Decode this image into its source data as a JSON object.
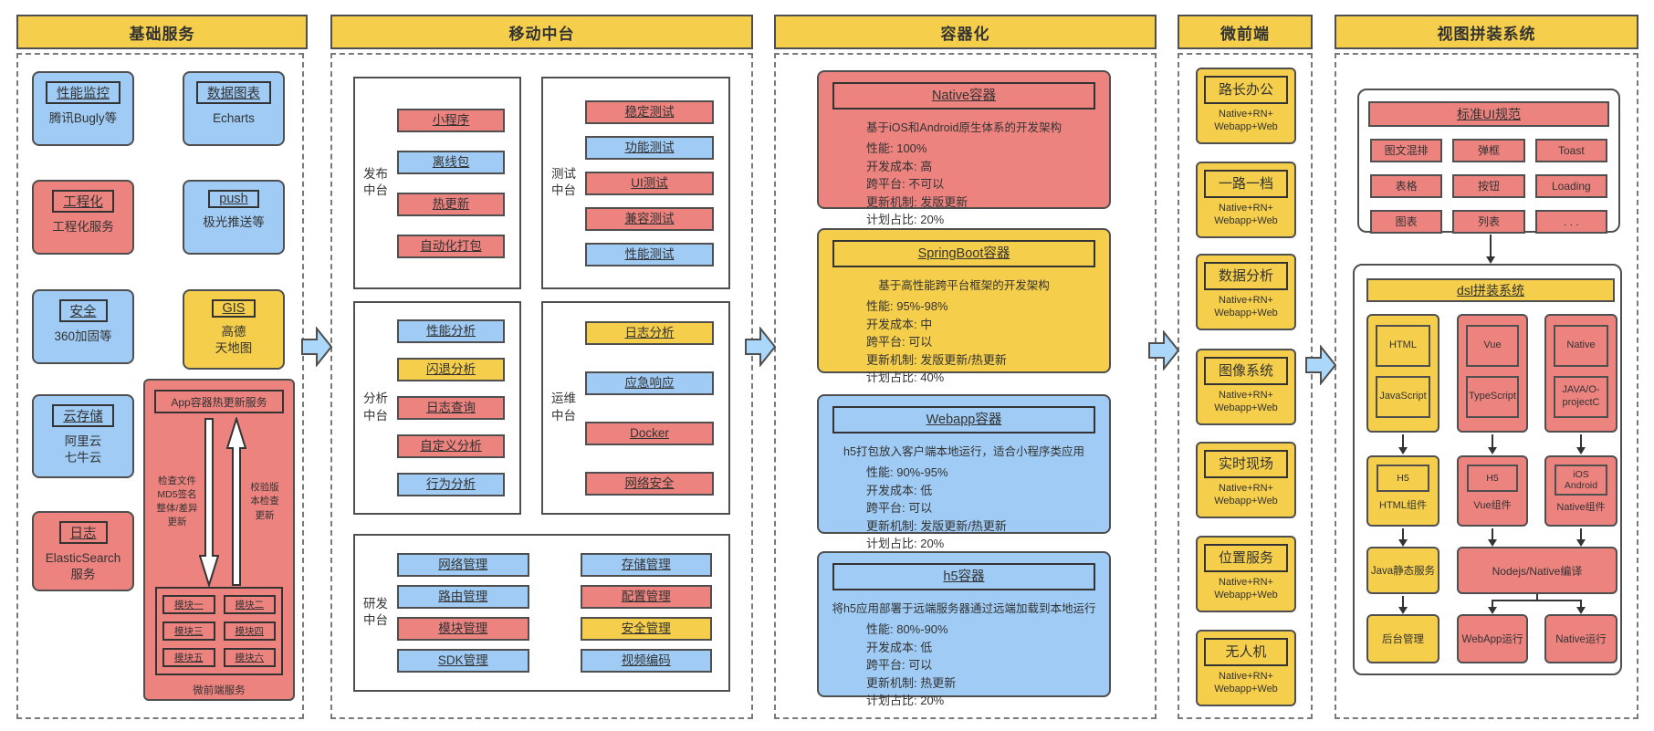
{
  "palette": {
    "yellow": "#F5CE4B",
    "red": "#EC837F",
    "blue": "#9FCBF4",
    "arrow_blue": "#ABD7FB",
    "border": "#4F4F4F"
  },
  "base": {
    "title": "基础服务",
    "cards": [
      {
        "title": "性能监控",
        "body": "腾讯Bugly等",
        "color": "blue"
      },
      {
        "title": "数据图表",
        "body": "Echarts",
        "color": "blue"
      },
      {
        "title": "工程化",
        "body": "工程化服务",
        "color": "red"
      },
      {
        "title": "push",
        "body": "极光推送等",
        "color": "blue"
      },
      {
        "title": "安全",
        "body": "360加固等",
        "color": "blue"
      },
      {
        "title": "GIS",
        "body": "高德\n天地图",
        "color": "yellow"
      },
      {
        "title": "云存储",
        "body": "阿里云\n七牛云",
        "color": "blue"
      },
      {
        "title": "日志",
        "body": "ElasticSearch\n服务",
        "color": "red"
      }
    ],
    "hot": {
      "title": "App容器热更新服务",
      "left_label": "检查文件MD5签名整体/差异更新",
      "right_label": "校验版本检查更新",
      "modules": [
        "模块一",
        "模块二",
        "模块三",
        "模块四",
        "模块五",
        "模块六"
      ],
      "caption": "微前端服务"
    }
  },
  "mobile": {
    "title": "移动中台",
    "groups": [
      {
        "label": "发布\n中台",
        "chips": [
          {
            "text": "小程序",
            "color": "red"
          },
          {
            "text": "离线包",
            "color": "blue"
          },
          {
            "text": "热更新",
            "color": "red"
          },
          {
            "text": "自动化打包",
            "color": "red"
          }
        ]
      },
      {
        "label": "测试\n中台",
        "chips": [
          {
            "text": "稳定测试",
            "color": "red"
          },
          {
            "text": "功能测试",
            "color": "blue"
          },
          {
            "text": "UI测试",
            "color": "red"
          },
          {
            "text": "兼容测试",
            "color": "red"
          },
          {
            "text": "性能测试",
            "color": "blue"
          }
        ]
      },
      {
        "label": "分析\n中台",
        "chips": [
          {
            "text": "性能分析",
            "color": "blue"
          },
          {
            "text": "闪退分析",
            "color": "yellow"
          },
          {
            "text": "日志查询",
            "color": "red"
          },
          {
            "text": "自定义分析",
            "color": "red"
          },
          {
            "text": "行为分析",
            "color": "blue"
          }
        ]
      },
      {
        "label": "运维\n中台",
        "chips": [
          {
            "text": "日志分析",
            "color": "yellow"
          },
          {
            "text": "应急响应",
            "color": "blue"
          },
          {
            "text": "Docker",
            "color": "red"
          },
          {
            "text": "网络安全",
            "color": "red"
          }
        ]
      }
    ],
    "dev": {
      "label": "研发\n中台",
      "left": [
        {
          "text": "网络管理",
          "color": "blue"
        },
        {
          "text": "路由管理",
          "color": "blue"
        },
        {
          "text": "模块管理",
          "color": "red"
        },
        {
          "text": "SDK管理",
          "color": "blue"
        }
      ],
      "right": [
        {
          "text": "存储管理",
          "color": "blue"
        },
        {
          "text": "配置管理",
          "color": "red"
        },
        {
          "text": "安全管理",
          "color": "yellow"
        },
        {
          "text": "视频编码",
          "color": "blue"
        }
      ]
    }
  },
  "containerization": {
    "title": "容器化",
    "cards": [
      {
        "title": "Native容器",
        "color": "red",
        "desc": "基于iOS和Android原生体系的开发架构",
        "stats": [
          "性能: 100%",
          "开发成本: 高",
          "跨平台: 不可以",
          "更新机制: 发版更新",
          "计划占比: 20%"
        ]
      },
      {
        "title": "SpringBoot容器",
        "color": "yellow",
        "desc": "基于高性能跨平台框架的开发架构",
        "stats": [
          "性能: 95%-98%",
          "开发成本: 中",
          "跨平台: 可以",
          "更新机制: 发版更新/热更新",
          "计划占比: 40%"
        ]
      },
      {
        "title": "Webapp容器",
        "color": "blue",
        "desc": "h5打包放入客户端本地运行，适合小程序类应用",
        "stats": [
          "性能: 90%-95%",
          "开发成本: 低",
          "跨平台: 可以",
          "更新机制: 发版更新/热更新",
          "计划占比: 20%"
        ]
      },
      {
        "title": "h5容器",
        "color": "blue",
        "desc": "将h5应用部署于远端服务器通过远端加载到本地运行",
        "stats": [
          "性能: 80%-90%",
          "开发成本: 低",
          "跨平台: 可以",
          "更新机制: 热更新",
          "计划占比: 20%"
        ]
      }
    ]
  },
  "micro": {
    "title": "微前端",
    "subtitle": "Native+RN+\nWebapp+Web",
    "apps": [
      "路长办公",
      "一路一档",
      "数据分析",
      "图像系统",
      "实时现场",
      "位置服务",
      "无人机"
    ]
  },
  "view": {
    "title": "视图拼装系统",
    "ui": {
      "title": "标准UI规范",
      "chips": [
        "图文混排",
        "弹框",
        "Toast",
        "表格",
        "按钮",
        "Loading",
        "图表",
        "列表",
        ". . ."
      ]
    },
    "dsl": {
      "title": "dsl拼装系统",
      "p1": {
        "src1": "HTML",
        "src2": "JavaScript",
        "tag": "H5",
        "comp": "HTML组件",
        "service": "Java静态服务",
        "output": "后台管理"
      },
      "p2": {
        "src1": "Vue",
        "src2": "TypeScript",
        "tag": "H5",
        "comp": "Vue组件"
      },
      "p3": {
        "src1": "Native",
        "src2": "JAVA/O-\nprojectC",
        "tag": "iOS\nAndroid",
        "comp": "Native组件"
      },
      "compiler": "Nodejs/Native编译",
      "out_web": "WebApp运行",
      "out_native": "Native运行"
    }
  }
}
